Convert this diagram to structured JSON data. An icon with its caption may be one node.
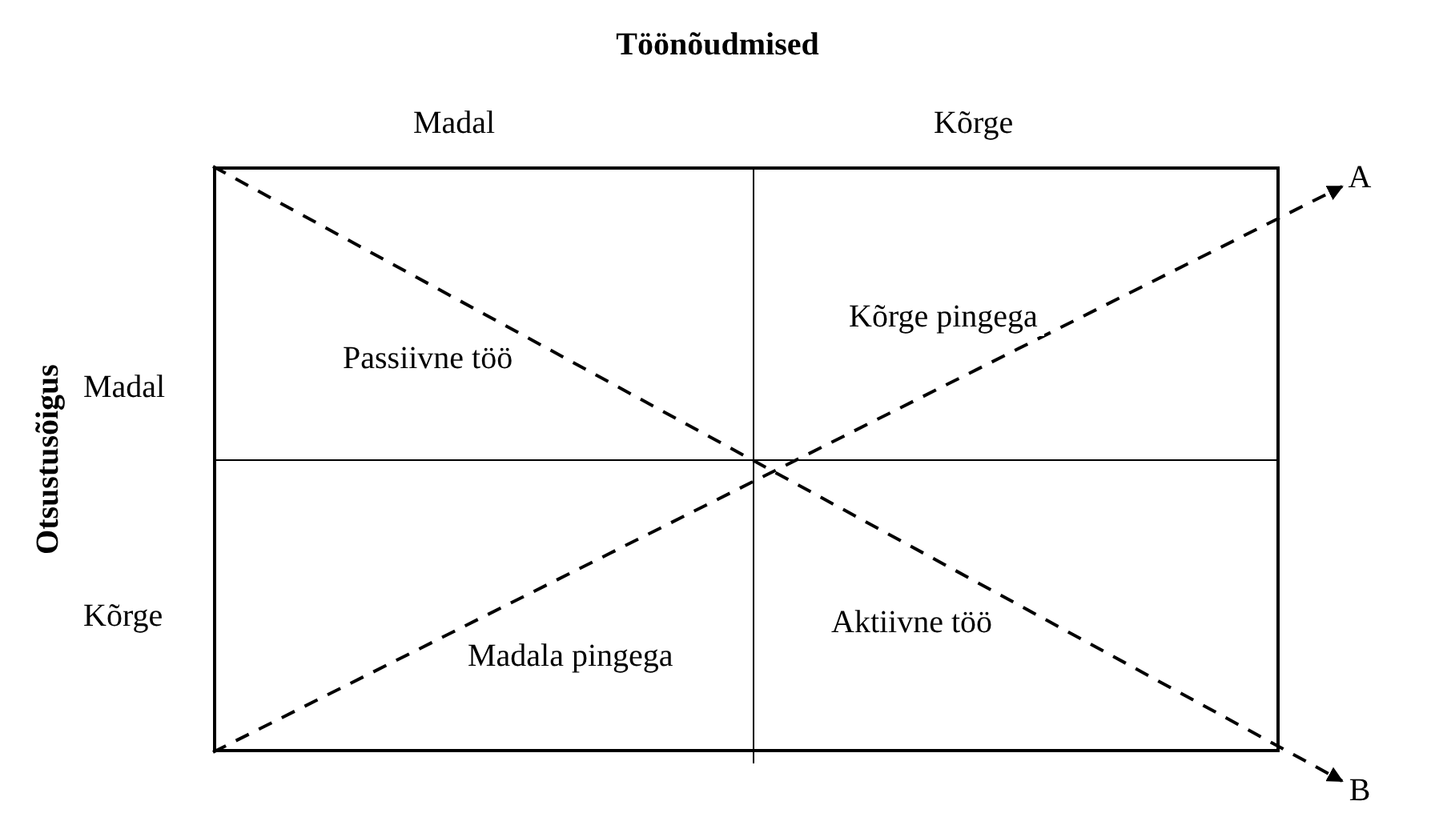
{
  "diagram": {
    "title": "Töönõudmised",
    "nodes": [
      {
        "text": [],
        "shape": "box"
      },
      {
        "text": [
          "Passiivne töö"
        ],
        "in": 0
      },
      {
        "text": [
          "Kõrge pingega"
        ],
        "in": 0
      },
      {
        "text": [
          "Madala pingega"
        ],
        "in": 0
      },
      {
        "text": [
          "Aktiivne töö"
        ],
        "in": 0
      },
      {
        "text": [
          "A"
        ]
      },
      {
        "text": [
          "B"
        ]
      }
    ],
    "edges": [
      {
        "from": 0,
        "to": 5,
        "arrow": "to",
        "style": "dashed"
      },
      {
        "from": 0,
        "to": 6,
        "arrow": "to",
        "style": "dashed"
      }
    ],
    "labels": [
      "Madal",
      "Kõrge",
      "Otsustusõigus",
      "Madal",
      "Kõrge"
    ]
  }
}
